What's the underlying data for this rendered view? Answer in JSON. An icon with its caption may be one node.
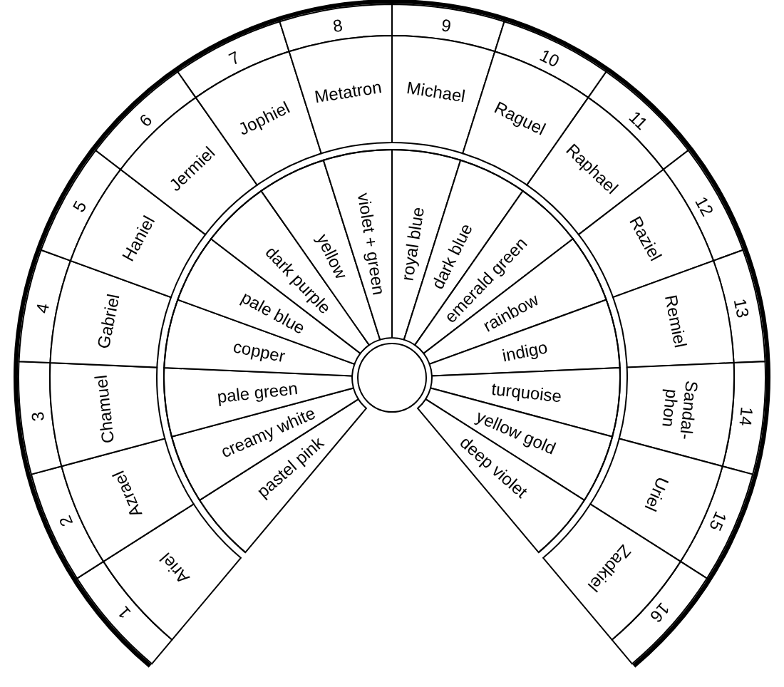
{
  "diagram": {
    "nodes": [
      {
        "text": [
          "1"
        ]
      },
      {
        "text": [
          "2"
        ]
      },
      {
        "text": [
          "3"
        ]
      },
      {
        "text": [
          "4"
        ]
      },
      {
        "text": [
          "5"
        ]
      },
      {
        "text": [
          "6"
        ]
      },
      {
        "text": [
          "7"
        ]
      },
      {
        "text": [
          "8"
        ]
      },
      {
        "text": [
          "9"
        ]
      },
      {
        "text": [
          "10"
        ]
      },
      {
        "text": [
          "11"
        ]
      },
      {
        "text": [
          "12"
        ]
      },
      {
        "text": [
          "13"
        ]
      },
      {
        "text": [
          "14"
        ]
      },
      {
        "text": [
          "15"
        ]
      },
      {
        "text": [
          "16"
        ]
      },
      {
        "text": [
          "Ariel"
        ]
      },
      {
        "text": [
          "Azrael"
        ]
      },
      {
        "text": [
          "Chamuel"
        ]
      },
      {
        "text": [
          "Gabriel"
        ]
      },
      {
        "text": [
          "Haniel"
        ]
      },
      {
        "text": [
          "Jermiel"
        ]
      },
      {
        "text": [
          "Jophiel"
        ]
      },
      {
        "text": [
          "Metatron"
        ]
      },
      {
        "text": [
          "Michael"
        ]
      },
      {
        "text": [
          "Raguel"
        ]
      },
      {
        "text": [
          "Raphael"
        ]
      },
      {
        "text": [
          "Raziel"
        ]
      },
      {
        "text": [
          "Remiel"
        ]
      },
      {
        "text": [
          "Sandal- phon"
        ]
      },
      {
        "text": [
          "Uriel"
        ]
      },
      {
        "text": [
          "Zadkiel"
        ]
      },
      {
        "text": [
          "pastel pink"
        ]
      },
      {
        "text": [
          "creamy white"
        ]
      },
      {
        "text": [
          "pale green"
        ]
      },
      {
        "text": [
          "copper"
        ]
      },
      {
        "text": [
          "pale blue"
        ]
      },
      {
        "text": [
          "dark purple"
        ]
      },
      {
        "text": [
          "yellow"
        ]
      },
      {
        "text": [
          "violet + green"
        ]
      },
      {
        "text": [
          "royal blue"
        ]
      },
      {
        "text": [
          "dark blue"
        ]
      },
      {
        "text": [
          "emerald green"
        ]
      },
      {
        "text": [
          "rainbow"
        ]
      },
      {
        "text": [
          "indigo"
        ]
      },
      {
        "text": [
          "turquoise"
        ]
      },
      {
        "text": [
          "yellow gold"
        ]
      },
      {
        "text": [
          "deep violet"
        ]
      },
      {
        "text": [],
        "shape": "circle"
      }
    ]
  }
}
